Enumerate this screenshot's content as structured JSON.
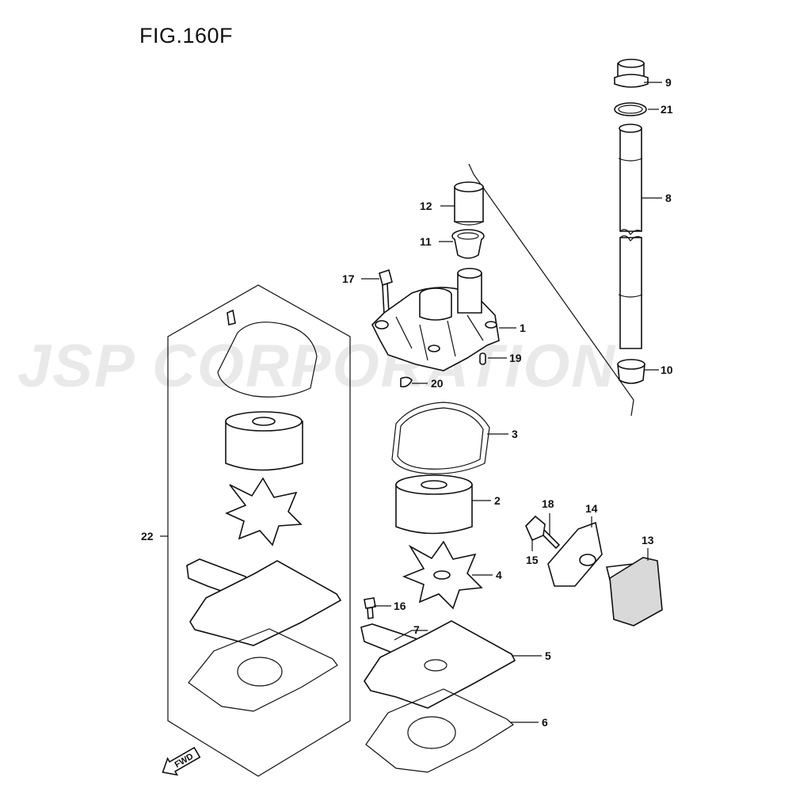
{
  "figure": {
    "title": "FIG.160F"
  },
  "watermark": {
    "text": "JSP CORPORATION"
  },
  "direction": {
    "label": "FWD"
  },
  "callouts": [
    {
      "id": "1",
      "label": "1"
    },
    {
      "id": "2",
      "label": "2"
    },
    {
      "id": "3",
      "label": "3"
    },
    {
      "id": "4",
      "label": "4"
    },
    {
      "id": "5",
      "label": "5"
    },
    {
      "id": "6",
      "label": "6"
    },
    {
      "id": "7",
      "label": "7"
    },
    {
      "id": "8",
      "label": "8"
    },
    {
      "id": "9",
      "label": "9"
    },
    {
      "id": "10",
      "label": "10"
    },
    {
      "id": "11",
      "label": "11"
    },
    {
      "id": "12",
      "label": "12"
    },
    {
      "id": "13",
      "label": "13"
    },
    {
      "id": "14",
      "label": "14"
    },
    {
      "id": "15",
      "label": "15"
    },
    {
      "id": "16",
      "label": "16"
    },
    {
      "id": "17",
      "label": "17"
    },
    {
      "id": "18",
      "label": "18"
    },
    {
      "id": "19",
      "label": "19"
    },
    {
      "id": "20",
      "label": "20"
    },
    {
      "id": "21",
      "label": "21"
    },
    {
      "id": "22",
      "label": "22"
    }
  ]
}
